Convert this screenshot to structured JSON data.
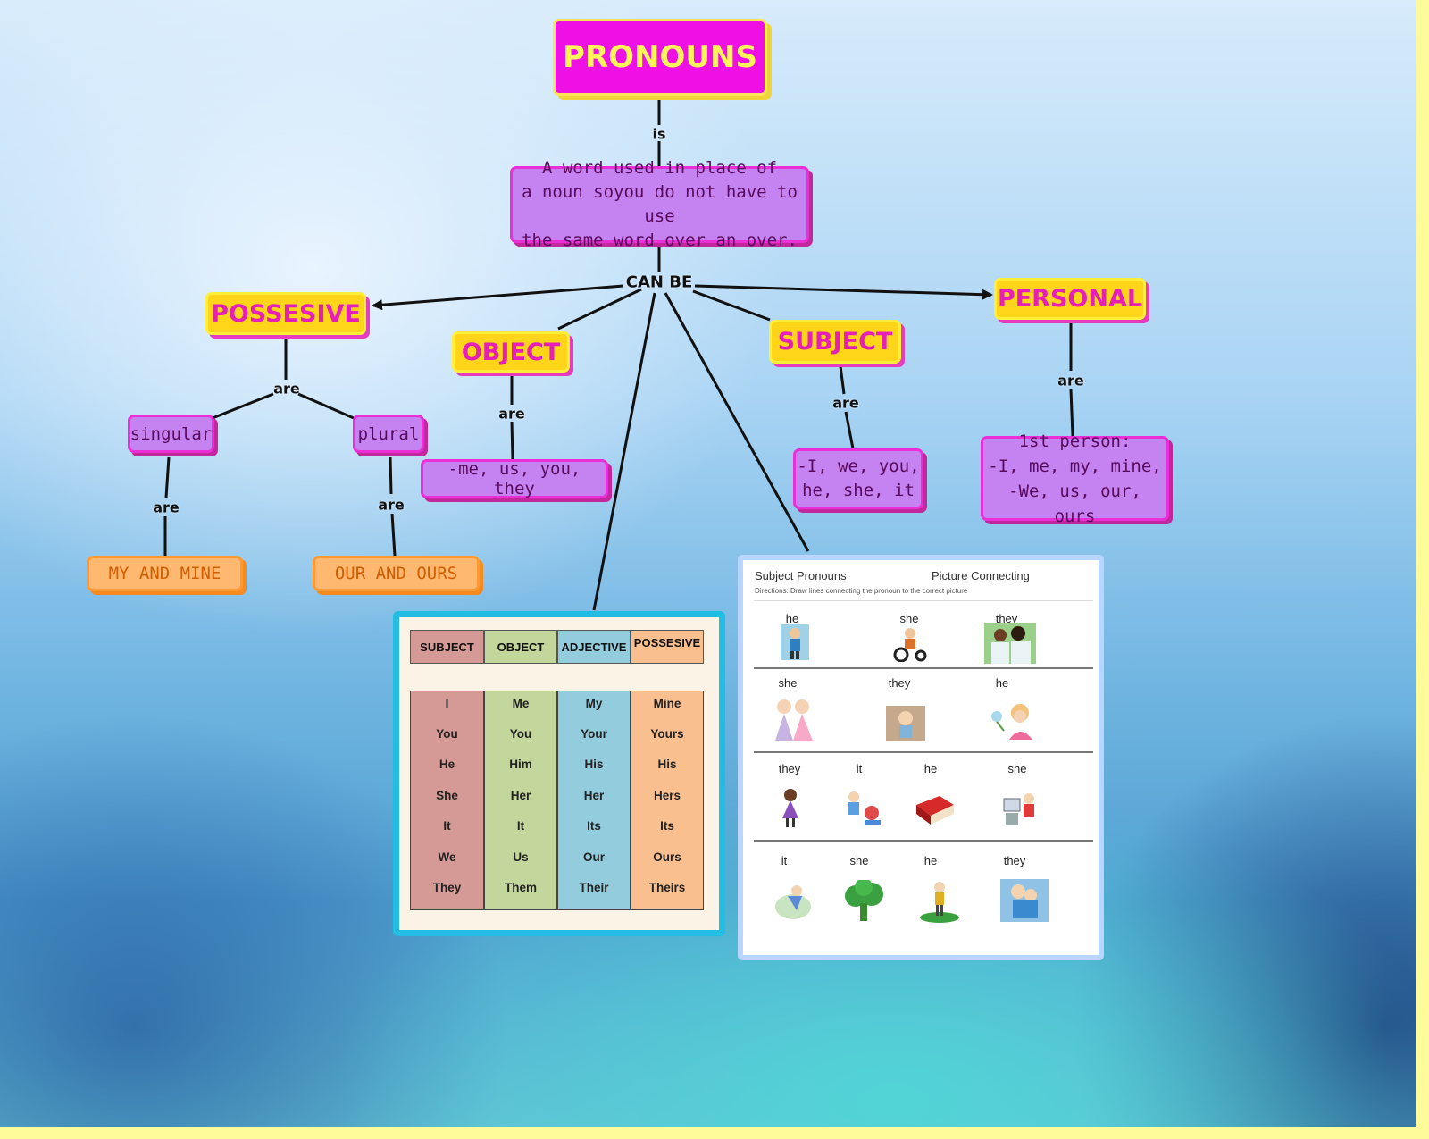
{
  "title": "PRONOUNS",
  "definition": [
    "A word used in place of",
    "a noun soyou do not have to use",
    "the same word over an over."
  ],
  "links": {
    "is": "is",
    "can_be": "CAN BE",
    "are_possesive": "are",
    "are_object": "are",
    "are_subject": "are",
    "are_personal": "are",
    "are_singular": "are",
    "are_plural": "are"
  },
  "nodes": {
    "possesive": "POSSESIVE",
    "object": "OBJECT",
    "subject": "SUBJECT",
    "personal": "PERSONAL",
    "singular": "singular",
    "plural": "plural",
    "object_list": "-me, us, you, they",
    "subject_list": [
      "-I, we, you,",
      "he, she, it"
    ],
    "personal_list": [
      "1st person:",
      "-I, me, my, mine,",
      "-We, us, our, ours"
    ],
    "my_mine": "MY AND MINE",
    "our_ours": "OUR AND OURS"
  },
  "pronoun_table": {
    "headers": [
      "SUBJECT",
      "OBJECT",
      "ADJECTIVE",
      "POSSESIVE"
    ],
    "columns": [
      [
        "I",
        "You",
        "He",
        "She",
        "It",
        "We",
        "They"
      ],
      [
        "Me",
        "You",
        "Him",
        "Her",
        "It",
        "Us",
        "Them"
      ],
      [
        "My",
        "Your",
        "His",
        "Her",
        "Its",
        "Our",
        "Their"
      ],
      [
        "Mine",
        "Yours",
        "His",
        "Hers",
        "Its",
        "Ours",
        "Theirs"
      ]
    ],
    "colors": [
      "#d69a96",
      "#c3d69b",
      "#93cddd",
      "#fabf8f"
    ]
  },
  "worksheet": {
    "title_left": "Subject Pronouns",
    "title_right": "Picture Connecting",
    "directions": "Directions: Draw lines connecting the pronoun to the correct picture",
    "rows": [
      [
        "he",
        "she",
        "they"
      ],
      [
        "she",
        "they",
        "he"
      ],
      [
        "they",
        "it",
        "he",
        "she"
      ],
      [
        "it",
        "she",
        "he",
        "they"
      ]
    ]
  },
  "colors": {
    "pink_box": "#c483f0",
    "pink_border": "#ea2fd6",
    "yellow_box": "#ffd51a",
    "orange_box": "#ffb870",
    "title_box": "#ee10e4"
  }
}
